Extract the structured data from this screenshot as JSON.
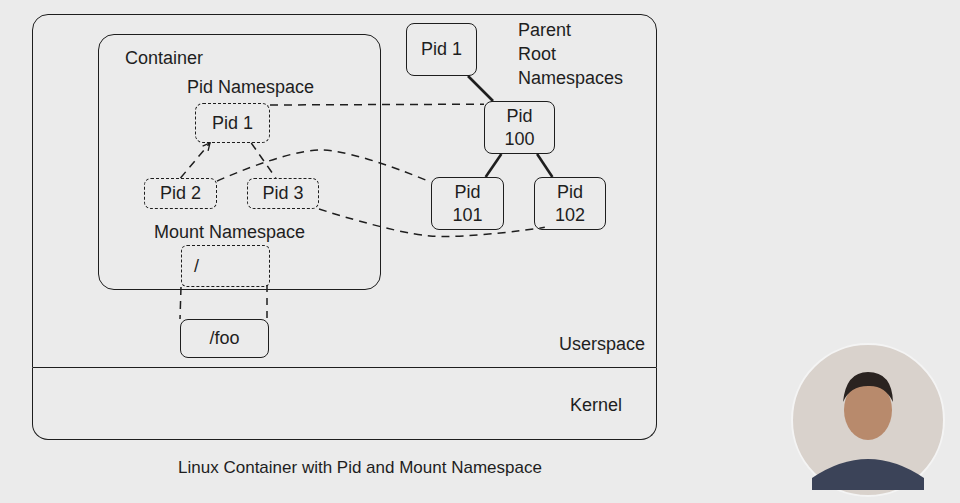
{
  "diagram": {
    "caption": "Linux Container with Pid and Mount Namespace",
    "nodes": [
      {
        "text": [
          "Userspace"
        ]
      },
      {
        "text": [
          "Container"
        ],
        "in": 0
      },
      {
        "text": [
          "Pid 1"
        ],
        "in": 1
      },
      {
        "text": [
          "Pid 2"
        ],
        "in": 1
      },
      {
        "text": [
          "Pid 3"
        ],
        "in": 1
      },
      {
        "text": [
          "/"
        ],
        "in": 1
      },
      {
        "text": [
          "Pid 1"
        ],
        "in": 0
      },
      {
        "text": [
          "Pid 100"
        ],
        "in": 0
      },
      {
        "text": [
          "Pid 101"
        ],
        "in": 0
      },
      {
        "text": [
          "Pid 102"
        ],
        "in": 0
      },
      {
        "text": [
          "/foo"
        ],
        "in": 0
      },
      {
        "text": [
          "Kernel"
        ]
      }
    ],
    "edges": [
      {
        "from": 6,
        "to": 7,
        "arrow": "none"
      },
      {
        "from": 7,
        "to": 8,
        "arrow": "none"
      },
      {
        "from": 7,
        "to": 9,
        "arrow": "none"
      },
      {
        "from": 3,
        "to": 2,
        "arrow": "to"
      },
      {
        "from": 2,
        "to": 4,
        "arrow": "none"
      },
      {
        "from": 2,
        "to": 7,
        "arrow": "none"
      },
      {
        "from": 3,
        "to": 8,
        "arrow": "none"
      },
      {
        "from": 4,
        "to": 9,
        "arrow": "none"
      },
      {
        "from": 5,
        "to": 10,
        "arrow": "none"
      }
    ],
    "labels": [
      "Pid Namespace",
      "Mount Namespace",
      "Parent Root Namespaces"
    ]
  }
}
